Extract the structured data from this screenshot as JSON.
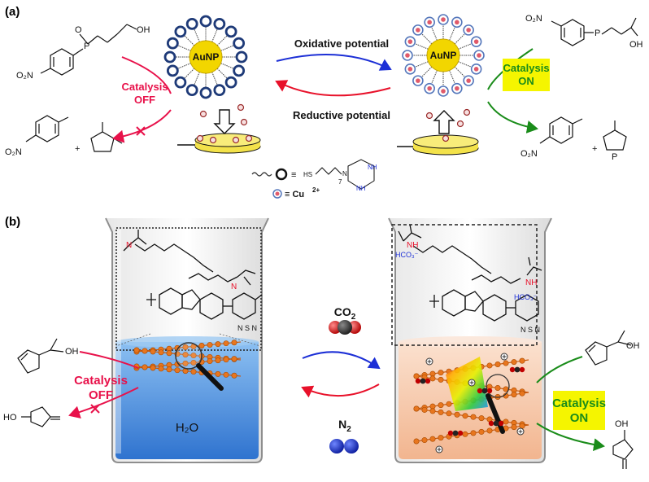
{
  "panel_a": {
    "label": "(a)",
    "nanoparticle_label": "AuNP",
    "oxidative_label": "Oxidative potential",
    "reductive_label": "Reductive potential",
    "catalysis_off": [
      "Catalysis",
      "OFF"
    ],
    "catalysis_on": [
      "Catalysis",
      "ON"
    ],
    "legend_ligand_sh": "HS",
    "legend_chain_n": "7",
    "legend_n": "N",
    "legend_nh1": "NH",
    "legend_nh2": "NH",
    "legend_cu": "≡ Cu",
    "legend_cu_sup": "2+",
    "legend_eq": "≡",
    "substrate_left": {
      "oh": "OH",
      "o2n": "O₂N",
      "p": "P",
      "o": "O"
    },
    "products_left": {
      "o2n": "O₂N",
      "plus": "+"
    },
    "substrate_right": {
      "o2n": "O₂N",
      "p": "P",
      "oh": "OH"
    },
    "products_right": {
      "o2n": "O₂N",
      "plus": "+",
      "p": "P"
    }
  },
  "panel_b": {
    "label": "(b)",
    "co2_label": "CO",
    "co2_sub": "2",
    "n2_label": "N",
    "n2_sub": "2",
    "water_label": "H₂O",
    "catalysis_off": [
      "Catalysis",
      "OFF"
    ],
    "catalysis_on": [
      "Catalysis",
      "ON"
    ],
    "hco3_left": "HCO₃⁻",
    "hco3_right": "HCO₃⁻",
    "amine_n": "N",
    "amine_nh": "NH",
    "acid_oh": "OH",
    "lactone_ho": "HO",
    "lactone_oh": "OH",
    "thiadiazole": "N S N"
  },
  "colors": {
    "catalysis_off": "#e8114a",
    "catalysis_on": "#1a8c1a",
    "on_box": "#f5f500",
    "forward_arrow": "#1c2fd6",
    "reverse_arrow": "#e8112a",
    "water": "#4a8fe0",
    "orange_solution": "#f6c8a8",
    "gold_core": "#f2d600"
  },
  "icons": [
    "arrow-down-outline-icon",
    "arrow-up-outline-icon",
    "co2-molecule-icon",
    "n2-molecule-icon",
    "magnifier-icon",
    "inhibition-cross-icon"
  ]
}
